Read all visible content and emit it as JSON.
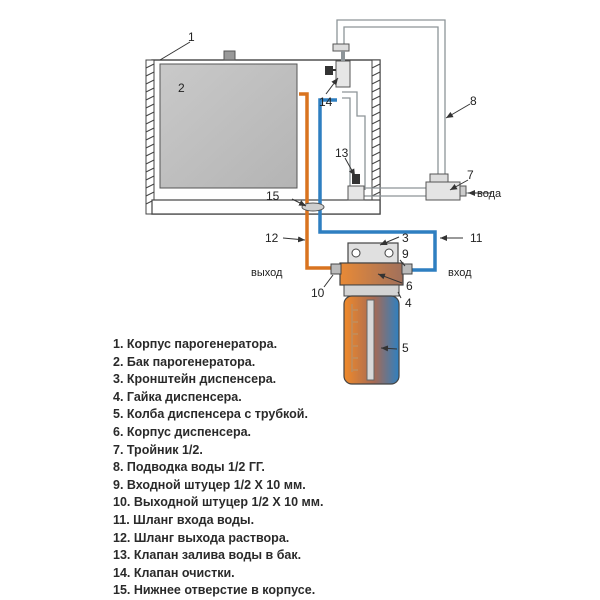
{
  "callouts": [
    "1",
    "2",
    "3",
    "4",
    "5",
    "6",
    "7",
    "8",
    "9",
    "10",
    "11",
    "12",
    "13",
    "14",
    "15"
  ],
  "labels": {
    "water": "вода",
    "inlet": "вход",
    "outlet": "выход"
  },
  "legend": [
    "1. Корпус парогенератора.",
    "2. Бак парогенератора.",
    "3. Кронштейн диспенсера.",
    "4. Гайка диспенсера.",
    "5. Колба диспенсера с трубкой.",
    "6. Корпус диспенсера.",
    "7. Тройник 1/2.",
    "8. Подводка воды 1/2 ГГ.",
    "9. Входной штуцер 1/2 Х 10 мм.",
    "10. Выходной штуцер 1/2 Х 10 мм.",
    "11. Шланг входа воды.",
    "12. Шланг выхода раствора.",
    "13. Клапан залива воды в бак.",
    "14. Клапан очистки.",
    "15. Нижнее отверстие в корпусе."
  ],
  "colors": {
    "inlet_hose": "#2e7fc1",
    "outlet_hose": "#d9731f",
    "water_line": "#9aa3a8"
  }
}
